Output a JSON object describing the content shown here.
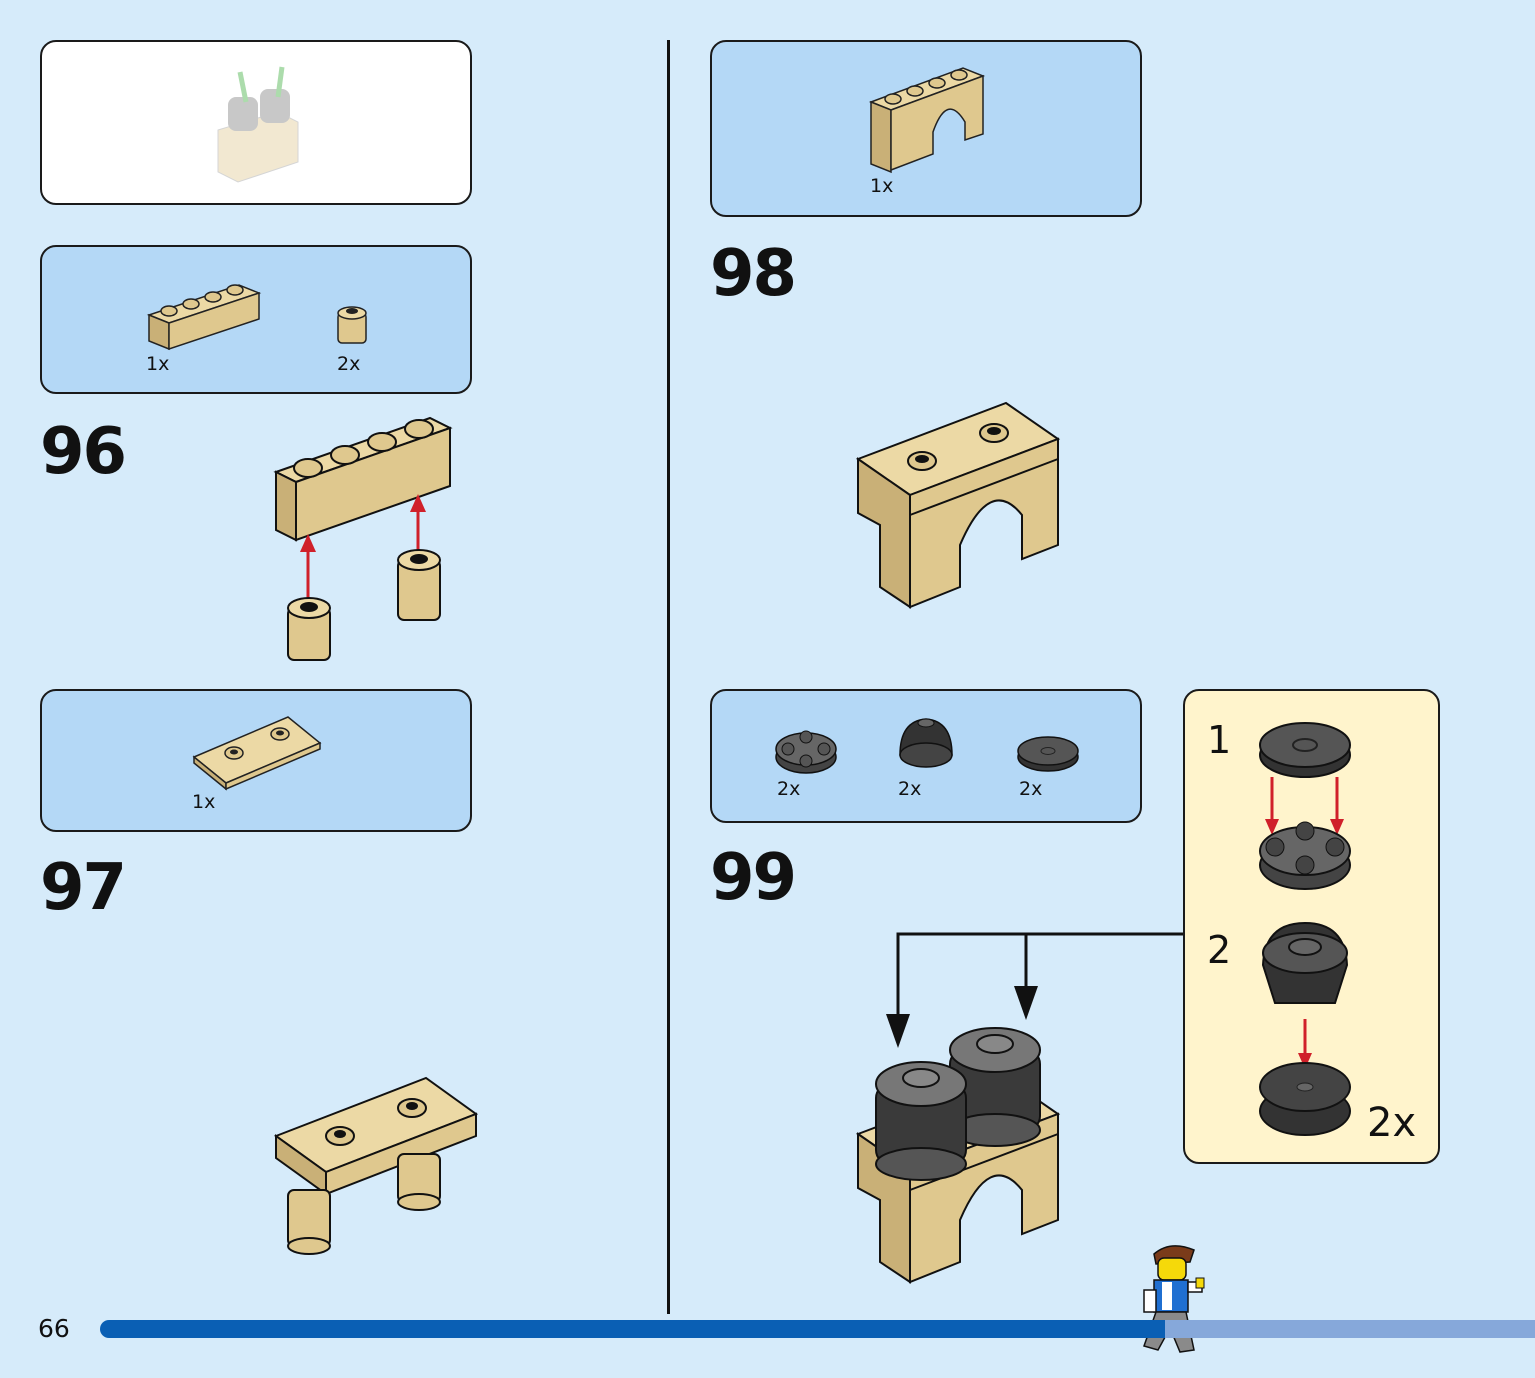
{
  "page": {
    "number": "66",
    "progress_fraction": 0.74
  },
  "steps": {
    "s96": {
      "number": "96",
      "parts": [
        {
          "qty": "1x",
          "part": "tan 1x4 brick"
        },
        {
          "qty": "2x",
          "part": "tan round 1x1 brick"
        }
      ]
    },
    "s97": {
      "number": "97",
      "parts": [
        {
          "qty": "1x",
          "part": "tan 2x4 tile with 2 studs"
        }
      ]
    },
    "s98": {
      "number": "98",
      "parts": [
        {
          "qty": "1x",
          "part": "tan 1x4 arch"
        }
      ]
    },
    "s99": {
      "number": "99",
      "parts": [
        {
          "qty": "2x",
          "part": "dark grey round plate 2x2"
        },
        {
          "qty": "2x",
          "part": "dark grey cone with cut-outs"
        },
        {
          "qty": "2x",
          "part": "dark grey round tile 2x2 with hole"
        }
      ],
      "sub": {
        "step1": "1",
        "step2": "2",
        "multiplier": "2x"
      }
    }
  },
  "colors": {
    "background": "#d6ebfa",
    "parts_box": "#b4d8f6",
    "sub_box": "#fff4cc",
    "tan": "#dfc88e",
    "dark_grey": "#595959",
    "arrow_red": "#d0202a",
    "progress": "#0a5fb4",
    "progress_rest": "#86a8da"
  }
}
